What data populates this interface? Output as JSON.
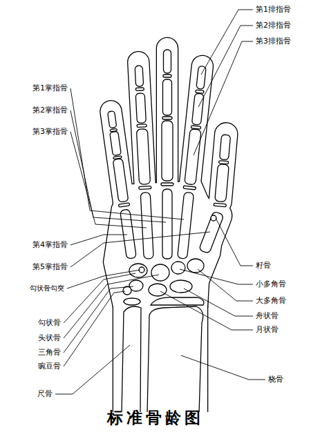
{
  "diagram": {
    "title": "标准骨龄图",
    "labels": [
      "第1排指骨",
      "第2排指骨",
      "第3排指骨",
      "第1掌指骨",
      "第2掌指骨",
      "第3掌指骨",
      "第4掌指骨",
      "第5掌指骨",
      "勾状骨勾突",
      "勾状骨",
      "头状骨",
      "三角骨",
      "豌豆骨",
      "尺骨",
      "籽骨",
      "小多角骨",
      "大多角骨",
      "舟状骨",
      "月状骨",
      "桡骨"
    ]
  }
}
